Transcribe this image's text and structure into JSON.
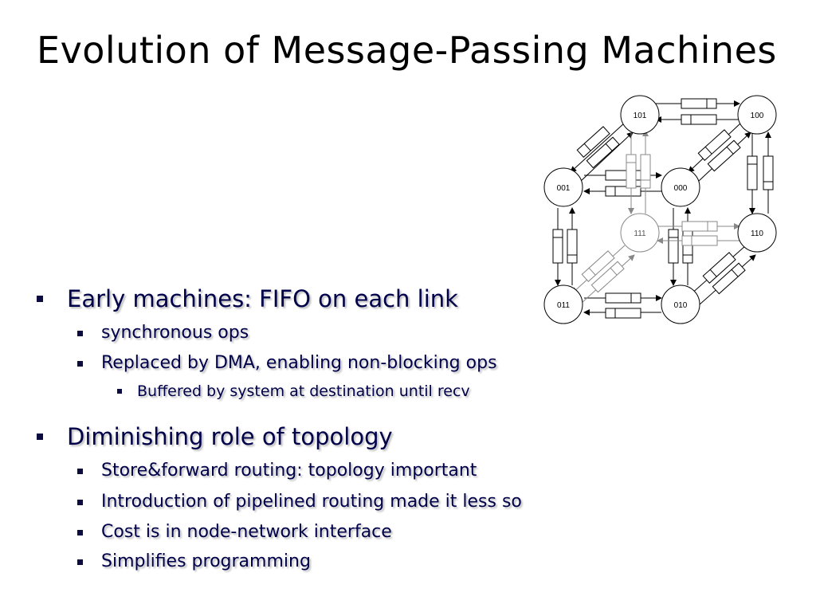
{
  "slide": {
    "title": "Evolution of Message-Passing Machines"
  },
  "bullets": [
    {
      "level": 1,
      "text": "Early machines: FIFO on each link"
    },
    {
      "level": 2,
      "text": "synchronous ops"
    },
    {
      "level": 2,
      "text": "Replaced by DMA, enabling non-blocking ops"
    },
    {
      "level": 3,
      "text": "Buffered by system at destination until recv"
    },
    {
      "level": 1,
      "text": "Diminishing role of topology"
    },
    {
      "level": 2,
      "text": "Store&forward routing: topology important"
    },
    {
      "level": 2,
      "text": "Introduction of pipelined routing made it less so"
    },
    {
      "level": 2,
      "text": "Cost is in node-network interface"
    },
    {
      "level": 2,
      "text": "Simplifies programming"
    }
  ],
  "diagram": {
    "nodes": [
      "101",
      "100",
      "001",
      "000",
      "111",
      "110",
      "011",
      "010"
    ]
  }
}
